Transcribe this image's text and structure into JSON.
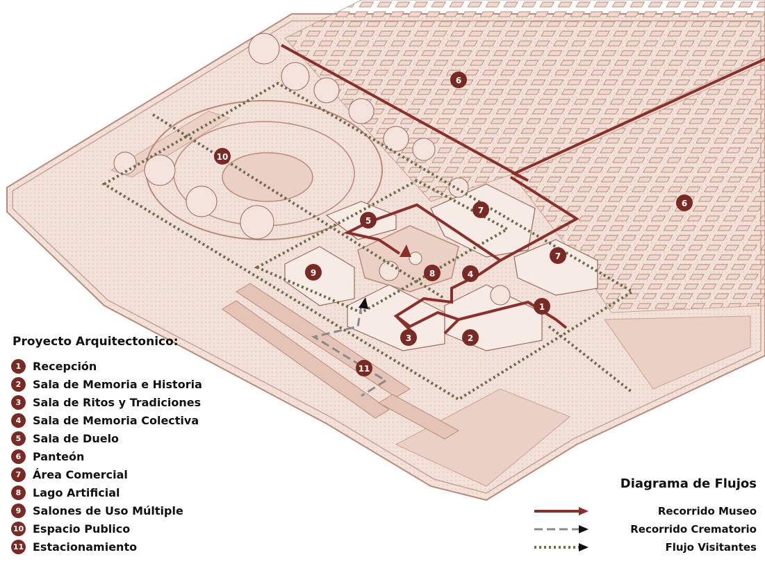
{
  "legend": {
    "title": "Proyecto Arquitectonico:",
    "items": [
      {
        "num": "1",
        "label": "Recepción"
      },
      {
        "num": "2",
        "label": "Sala de Memoria e Historia"
      },
      {
        "num": "3",
        "label": "Sala de Ritos y Tradiciones"
      },
      {
        "num": "4",
        "label": "Sala de Memoria Colectiva"
      },
      {
        "num": "5",
        "label": "Sala de Duelo"
      },
      {
        "num": "6",
        "label": "Panteón"
      },
      {
        "num": "7",
        "label": "Área Comercial"
      },
      {
        "num": "8",
        "label": "Lago Artificial"
      },
      {
        "num": "9",
        "label": "Salones de Uso Múltiple"
      },
      {
        "num": "10",
        "label": "Espacio Publico"
      },
      {
        "num": "11",
        "label": "Estacionamiento"
      }
    ]
  },
  "flows": {
    "title": "Diagrama de Flujos",
    "items": [
      {
        "label": "Recorrido Museo",
        "color": "#8b2f2a",
        "style": "solid"
      },
      {
        "label": "Recorrido Crematorio",
        "color": "#8a8a8a",
        "style": "dashed"
      },
      {
        "label": "Flujo Visitantes",
        "color": "#6e6a4a",
        "style": "dotted"
      }
    ]
  },
  "plan_markers": [
    "6",
    "6",
    "10",
    "5",
    "7",
    "7",
    "4",
    "8",
    "9",
    "1",
    "3",
    "2",
    "11"
  ],
  "colors": {
    "site_fill": "#f1ddd3",
    "site_stroke": "#b98a79",
    "museum_route": "#8b2f2a",
    "crematorium_route": "#8a8a8a",
    "visitor_flow": "#6e6a4a",
    "marker": "#7a2a24"
  }
}
